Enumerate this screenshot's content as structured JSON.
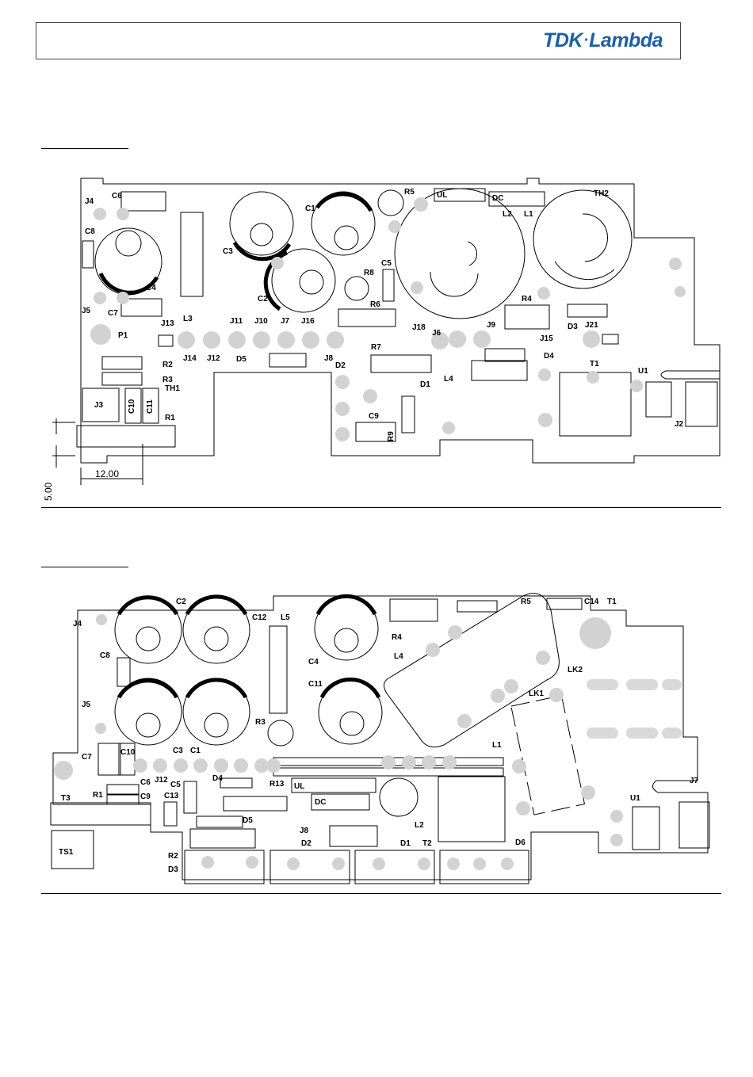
{
  "header": {
    "brand_left": "TDK",
    "brand_dot": "·",
    "brand_right": "Lambda"
  },
  "board1": {
    "dimensions": {
      "width": "12.00",
      "height": "5.00"
    },
    "labels": [
      "J4",
      "C6",
      "R5",
      "UL",
      "DC",
      "TH2",
      "C8",
      "C1",
      "L2",
      "L1",
      "C3",
      "C5",
      "C4",
      "R8",
      "J5",
      "C7",
      "C2",
      "R6",
      "R4",
      "J13",
      "L3",
      "J11",
      "J10",
      "J7",
      "J16",
      "J18",
      "J6",
      "J9",
      "D3",
      "J21",
      "P1",
      "J15",
      "R7",
      "D4",
      "R2",
      "J14",
      "J12",
      "D5",
      "J8",
      "D2",
      "R3",
      "L4",
      "T1",
      "U1",
      "TH1",
      "D1",
      "J3",
      "C10",
      "C11",
      "R1",
      "C9",
      "R9",
      "J2"
    ]
  },
  "board2": {
    "labels": [
      "C2",
      "J4",
      "C12",
      "L5",
      "R5",
      "C14",
      "T1",
      "R4",
      "C8",
      "C4",
      "L4",
      "LK2",
      "J5",
      "C11",
      "LK1",
      "R3",
      "C7",
      "C10",
      "C3",
      "C1",
      "L1",
      "J12",
      "J7",
      "T3",
      "C6",
      "C5",
      "D4",
      "R13",
      "UL",
      "U1",
      "R1",
      "C9",
      "C13",
      "DC",
      "D5",
      "L2",
      "J8",
      "TS1",
      "R2",
      "D2",
      "D1",
      "T2",
      "D6",
      "D3"
    ]
  }
}
